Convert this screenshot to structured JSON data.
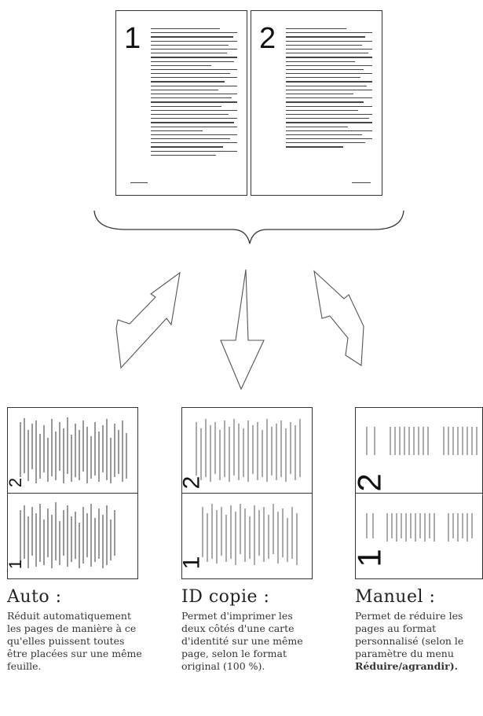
{
  "original": {
    "pages": [
      {
        "number": "1"
      },
      {
        "number": "2"
      }
    ]
  },
  "modes": [
    {
      "title": "Auto :",
      "description": "Réduit automatiquement\nles pages de manière à ce\nqu'elles puissent toutes\nêtre placées sur une même\nfeuille.",
      "description_bold": "",
      "top_digit": "2",
      "bottom_digit": "1"
    },
    {
      "title": "ID copie :",
      "description": "Permet d'imprimer les\ndeux côtés d'une carte\nd'identité sur une même\npage, selon le format\noriginal (100 %).",
      "description_bold": "",
      "top_digit": "2",
      "bottom_digit": "1"
    },
    {
      "title": "Manuel :",
      "description": "Permet de réduire les\npages au format\npersonnalisé (selon le\nparamètre du menu\n",
      "description_bold": "Réduire/agrandir).",
      "top_digit": "2",
      "bottom_digit": "1"
    }
  ]
}
